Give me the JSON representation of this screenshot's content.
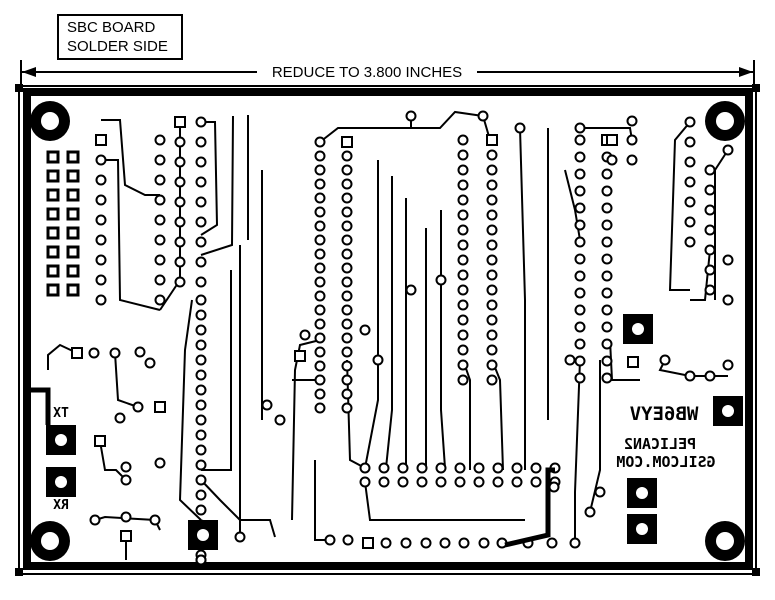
{
  "title": {
    "line1": "SBC BOARD",
    "line2": "SOLDER SIDE"
  },
  "dimension": {
    "label": "REDUCE TO 3.800 INCHES"
  },
  "silkscreen": {
    "tx": "TX",
    "rx": "RX",
    "callsign": "WB6EYV",
    "email_user": "PELICAN2",
    "email_domain": "GSILCOM.COM"
  },
  "colors": {
    "ink": "#000000",
    "paper": "#ffffff"
  }
}
